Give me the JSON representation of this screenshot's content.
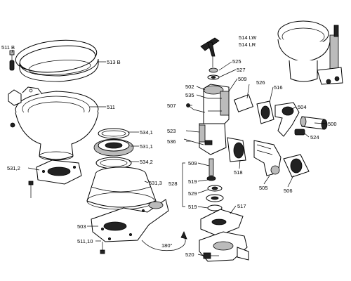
{
  "labels": {
    "l511b": "511 B",
    "l513b": "513 B",
    "l511": "511",
    "l5341": "534,1",
    "l5311": "531,1",
    "l5342": "534,2",
    "l5312": "531,2",
    "l5313": "531,3",
    "l503": "503",
    "l51110": "511,10",
    "l180": "180°",
    "l514lw": "514 LW",
    "l514lr": "514 LR",
    "l525": "525",
    "l527": "527",
    "l502": "502",
    "l509a": "509",
    "l535": "535",
    "l526": "526",
    "l516": "516",
    "l504": "504",
    "l500": "500",
    "l507": "507",
    "l523": "523",
    "l524": "524",
    "l536": "536",
    "l509b": "509",
    "l518": "518",
    "l505": "505",
    "l506": "506",
    "l528": "528",
    "l519a": "519",
    "l529": "529",
    "l519b": "519",
    "l517": "517",
    "l520": "520"
  }
}
